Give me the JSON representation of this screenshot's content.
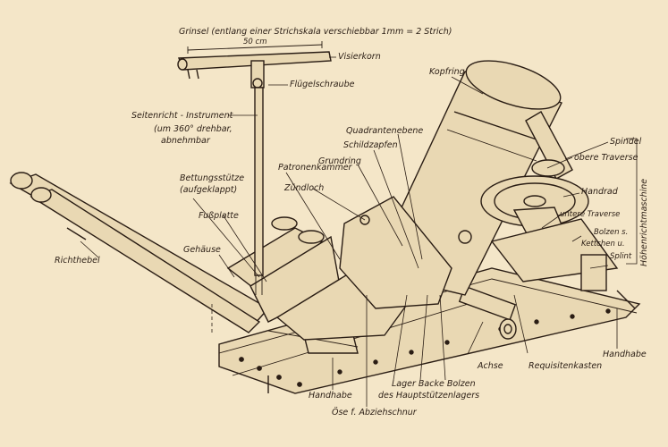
{
  "labels": {
    "grinsel": "Grinsel (entlang einer Strichskala verschiebbar 1mm = 2 Strich)",
    "scale_50cm": "50 cm",
    "visierkorn": "Visierkorn",
    "fluegelschraube": "Flügelschraube",
    "seitenricht_1": "Seitenricht - Instrument",
    "seitenricht_2": "(um 360° drehbar,",
    "seitenricht_3": "abnehmbar",
    "bettungsstuetze_1": "Bettungsstütze",
    "bettungsstuetze_2": "(aufgeklappt)",
    "fussplatte": "Fußplatte",
    "gehaeuse": "Gehäuse",
    "richthebel": "Richthebel",
    "patronenkammer": "Patronenkammer",
    "zuendloch": "Zündloch",
    "grundring": "Grundring",
    "schildzapfen": "Schildzapfen",
    "quadrantenebene": "Quadrantenebene",
    "kopfring": "Kopfring",
    "spindel": "Spindel",
    "obere_traverse": "obere Traverse",
    "handrad": "Handrad",
    "untere_traverse": "untere Traverse",
    "bolzen_1": "Bolzen s.",
    "bolzen_2": "Kettchen u.",
    "splint": "Splint",
    "hoehenrichtmaschine": "Höhenrichtmaschine",
    "handhabe_right": "Handhabe",
    "requisitenkasten": "Requisitenkasten",
    "achse": "Achse",
    "lager_backe_bolzen": "Lager Backe Bolzen",
    "hauptstuetzenlager": "des Hauptstützenlagers",
    "handhabe_bottom": "Handhabe",
    "oese": "Öse f. Abziehschnur"
  }
}
